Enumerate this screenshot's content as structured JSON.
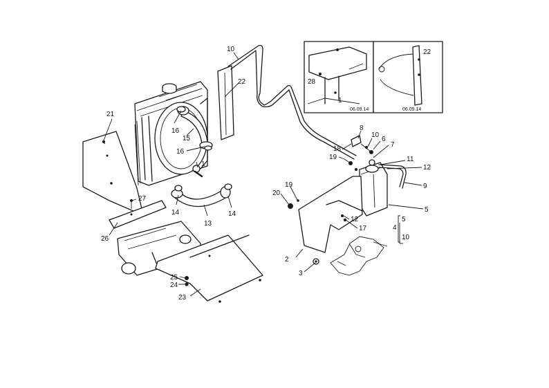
{
  "colors": {
    "ink": "#1a1a1a",
    "paper": "#ffffff"
  },
  "callouts": {
    "c10_top": "10",
    "c22_top": "22",
    "c21": "21",
    "c16_a": "16",
    "c15": "15",
    "c16_b": "16",
    "c1": "1",
    "c14_left": "14",
    "c14_right": "14",
    "c13": "13",
    "c27": "27",
    "c26": "26",
    "c25": "25",
    "c24": "24",
    "c23": "23",
    "c8": "8",
    "c10_mid": "10",
    "c6": "6",
    "c7": "7",
    "c18": "18",
    "c19_top": "19",
    "c11": "11",
    "c12_right": "12",
    "c9": "9",
    "c5_main": "5",
    "c19_mid": "19",
    "c20": "20",
    "c12_mid": "12",
    "c17": "17",
    "c5_sub": "5",
    "c4": "4",
    "c10_sub": "10",
    "c2": "2",
    "c3": "3"
  },
  "insets": {
    "left": {
      "callout_28": "28",
      "callout_1": "1",
      "ref": "06.09.14"
    },
    "right": {
      "callout_22": "22",
      "ref": "06.09.14"
    }
  }
}
